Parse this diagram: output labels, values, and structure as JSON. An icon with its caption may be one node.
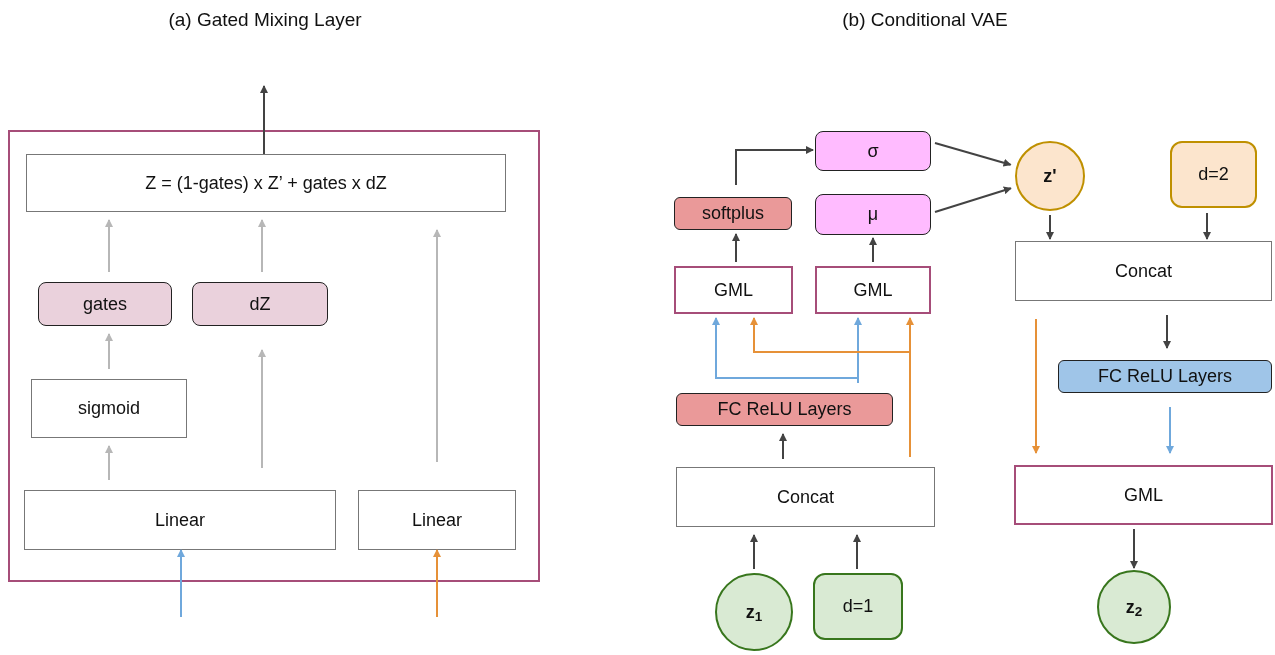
{
  "diagram": {
    "nodes": [
      {
        "text": [],
        "shape": "box"
      },
      {
        "text": [
          "Z = (1-gates) x Z’ + gates x dZ"
        ],
        "in": 0
      },
      {
        "text": [
          "gates"
        ],
        "in": 0
      },
      {
        "text": [
          "dZ"
        ],
        "in": 0
      },
      {
        "text": [
          "sigmoid"
        ],
        "in": 0
      },
      {
        "text": [
          "Linear"
        ],
        "in": 0
      },
      {
        "text": [
          "Linear"
        ],
        "in": 0
      },
      {
        "text": [
          "σ"
        ]
      },
      {
        "text": [
          "softplus"
        ]
      },
      {
        "text": [
          "μ"
        ]
      },
      {
        "text": [
          "z'"
        ]
      },
      {
        "text": [
          "d=2"
        ]
      },
      {
        "text": [
          "GML"
        ]
      },
      {
        "text": [
          "GML"
        ]
      },
      {
        "text": [
          "Concat"
        ]
      },
      {
        "text": [
          "FC ReLU Layers"
        ]
      },
      {
        "text": [
          "FC ReLU Layers"
        ]
      },
      {
        "text": [
          "Concat"
        ]
      },
      {
        "text": [
          "GML"
        ]
      },
      {
        "text": [
          "z$_{1}$"
        ]
      },
      {
        "text": [
          "d=1"
        ]
      },
      {
        "text": [
          "z$_{2}$"
        ]
      }
    ],
    "edges": [
      {
        "from": 1,
        "to": null,
        "arrow": "to"
      },
      {
        "from": 4,
        "to": 2,
        "arrow": "to",
        "color": "#b7b7b7"
      },
      {
        "from": 2,
        "to": 1,
        "arrow": "to",
        "color": "#b7b7b7"
      },
      {
        "from": 5,
        "to": 4,
        "arrow": "to",
        "color": "#b7b7b7"
      },
      {
        "from": 5,
        "to": 3,
        "arrow": "to",
        "color": "#b7b7b7"
      },
      {
        "from": 3,
        "to": 1,
        "arrow": "to",
        "color": "#b7b7b7"
      },
      {
        "from": 6,
        "to": 1,
        "arrow": "to",
        "color": "#b7b7b7"
      },
      {
        "from": null,
        "to": 5,
        "arrow": "to",
        "color": "#6fa8dc"
      },
      {
        "from": null,
        "to": 6,
        "arrow": "to",
        "color": "#e69138"
      },
      {
        "from": 12,
        "to": 8,
        "arrow": "to"
      },
      {
        "from": 8,
        "to": 7,
        "arrow": "to"
      },
      {
        "from": 13,
        "to": 9,
        "arrow": "to"
      },
      {
        "from": 7,
        "to": 10,
        "arrow": "to"
      },
      {
        "from": 9,
        "to": 10,
        "arrow": "to"
      },
      {
        "from": 15,
        "to": 12,
        "arrow": "to",
        "color": "#6fa8dc"
      },
      {
        "from": 15,
        "to": 13,
        "arrow": "to",
        "color": "#6fa8dc"
      },
      {
        "from": 17,
        "to": 12,
        "arrow": "to",
        "color": "#e69138"
      },
      {
        "from": 17,
        "to": 13,
        "arrow": "to",
        "color": "#e69138"
      },
      {
        "from": 10,
        "to": 14,
        "arrow": "to"
      },
      {
        "from": 11,
        "to": 14,
        "arrow": "to"
      },
      {
        "from": 14,
        "to": 16,
        "arrow": "to"
      },
      {
        "from": 16,
        "to": 18,
        "arrow": "to",
        "color": "#6fa8dc"
      },
      {
        "from": 14,
        "to": 18,
        "arrow": "to",
        "color": "#e69138"
      },
      {
        "from": 18,
        "to": 21,
        "arrow": "to"
      },
      {
        "from": 17,
        "to": 15,
        "arrow": "to"
      },
      {
        "from": 19,
        "to": 17,
        "arrow": "to"
      },
      {
        "from": 20,
        "to": 17,
        "arrow": "to"
      }
    ],
    "labels": [
      "(a) Gated Mixing Layer",
      "(b) Conditional VAE"
    ]
  }
}
